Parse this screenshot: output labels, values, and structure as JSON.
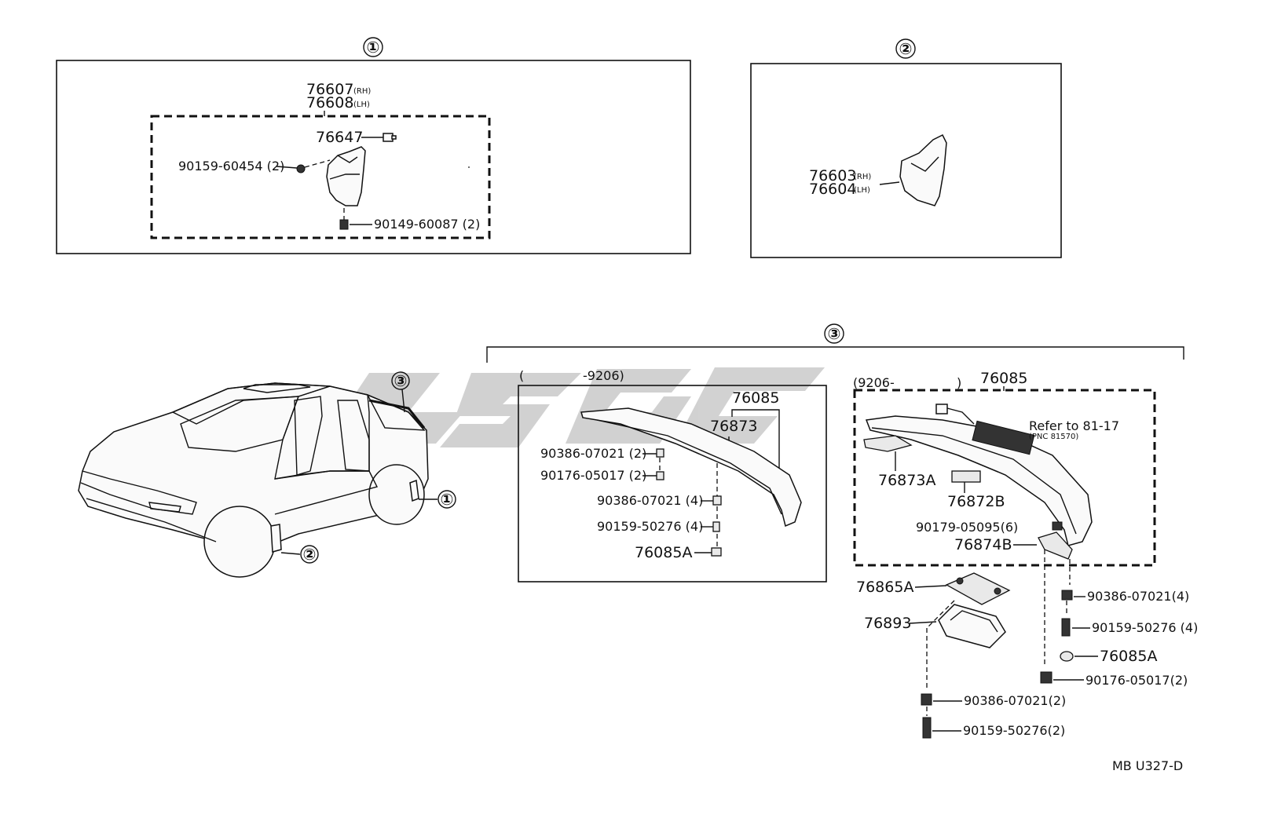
{
  "diagram": {
    "callouts": [
      "①",
      "②",
      "③"
    ],
    "group1": {
      "header_part_rh": "76607",
      "header_part_rh_side": "(RH)",
      "header_part_lh": "76608",
      "header_part_lh_side": "(LH)",
      "clip": "76647",
      "screw": "90159-60454 (2)",
      "bolt": "90149-60087 (2)"
    },
    "group2": {
      "part_rh": "76603",
      "part_rh_side": "(RH)",
      "part_lh": "76604",
      "part_lh_side": "(LH)"
    },
    "group3_early": {
      "period_open": "(",
      "period": "-9206)",
      "spoiler": "76085",
      "seal": "76873",
      "nut_a": "90386-07021 (2)",
      "nut_b": "90176-05017 (2)",
      "nut_c": "90386-07021 (4)",
      "bolt_c": "90159-50276 (4)",
      "washer": "76085A"
    },
    "group3_late": {
      "period_open": "(9206-",
      "period_close": ")",
      "spoiler": "76085",
      "refer": "Refer to 81-17",
      "refer_pnc": "(PNC 81570)",
      "pad_a": "76873A",
      "pad_b": "76872B",
      "nut_top": "90179-05095(6)",
      "bracket_b": "76874B",
      "bracket_a": "76865A",
      "cover": "76893",
      "nut_r1": "90386-07021(4)",
      "bolt_r1": "90159-50276 (4)",
      "washer_r": "76085A",
      "nut_r2": "90176-05017(2)",
      "nut_b1": "90386-07021(2)",
      "bolt_b1": "90159-50276(2)"
    },
    "diagram_code": "MB U327-D"
  }
}
